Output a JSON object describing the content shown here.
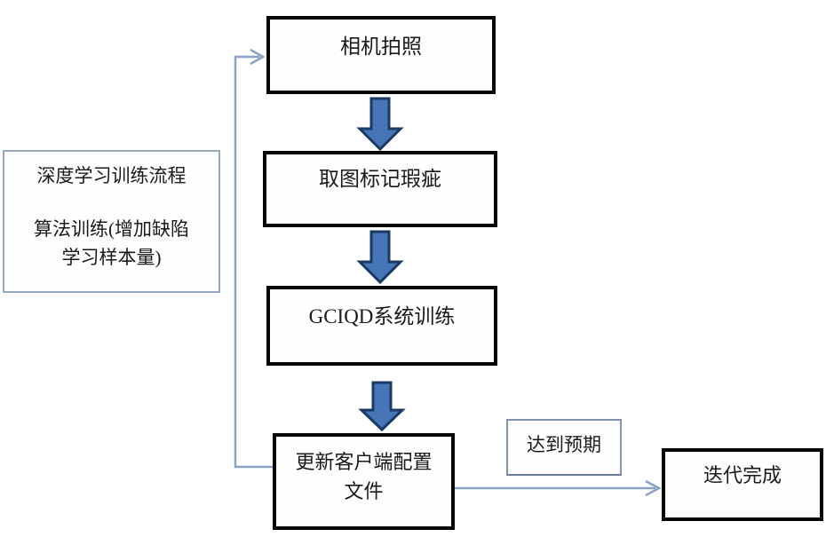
{
  "diagram": {
    "nodes": {
      "camera": {
        "label": "相机拍照"
      },
      "mark": {
        "label": "取图标记瑕疵"
      },
      "train": {
        "label": "GCIQD系统训练"
      },
      "update": {
        "line1": "更新客户端配置",
        "line2": "文件"
      },
      "done": {
        "label": "迭代完成"
      },
      "note": {
        "line1": "深度学习训练流程",
        "line2": "算法训练(增加缺陷",
        "line3": "学习样本量)"
      },
      "expect": {
        "label": "达到预期"
      }
    },
    "colors": {
      "process_box_border": "#060606",
      "note_box_border": "#97a7bf",
      "expect_box_border": "#7e92ae",
      "block_arrow_fill": "#4676b8",
      "block_arrow_stroke": "#1b3a63",
      "connector_line": "#8aa2c4",
      "background": "#ffffff"
    }
  }
}
